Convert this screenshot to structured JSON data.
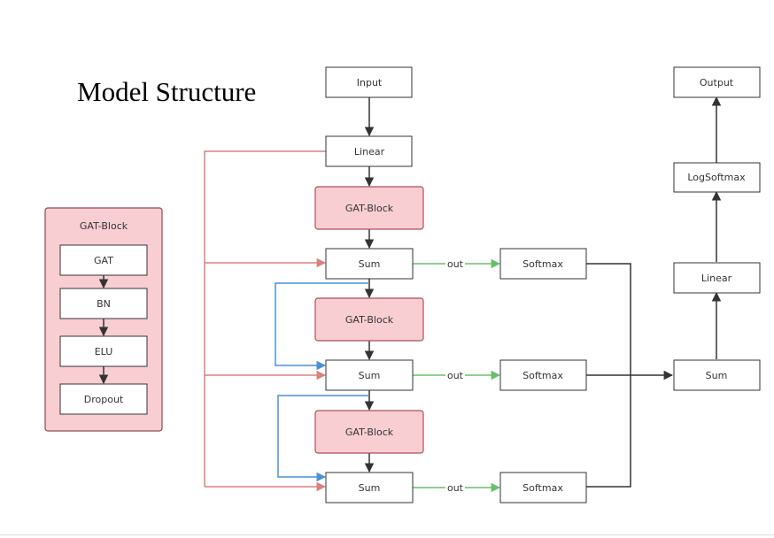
{
  "title": "Model Structure",
  "colors": {
    "node_fill": "#ffffff",
    "node_stroke": "#333333",
    "block_fill": "#f8ced3",
    "block_stroke": "#a94f5d",
    "arrow_dark": "#333333",
    "arrow_red": "#d9827f",
    "arrow_green": "#6abf69",
    "arrow_blue": "#4a90d9"
  },
  "legend_block": {
    "title": "GAT-Block",
    "items": [
      "GAT",
      "BN",
      "ELU",
      "Dropout"
    ]
  },
  "nodes": {
    "input": "Input",
    "linear1": "Linear",
    "gat_block1": "GAT-Block",
    "sum1": "Sum",
    "gat_block2": "GAT-Block",
    "sum2": "Sum",
    "gat_block3": "GAT-Block",
    "sum3": "Sum",
    "softmax1": "Softmax",
    "softmax2": "Softmax",
    "softmax3": "Softmax",
    "sum_final": "Sum",
    "linear2": "Linear",
    "logsoftmax": "LogSoftmax",
    "output": "Output"
  },
  "edge_labels": {
    "out1": "out",
    "out2": "out",
    "out3": "out"
  }
}
